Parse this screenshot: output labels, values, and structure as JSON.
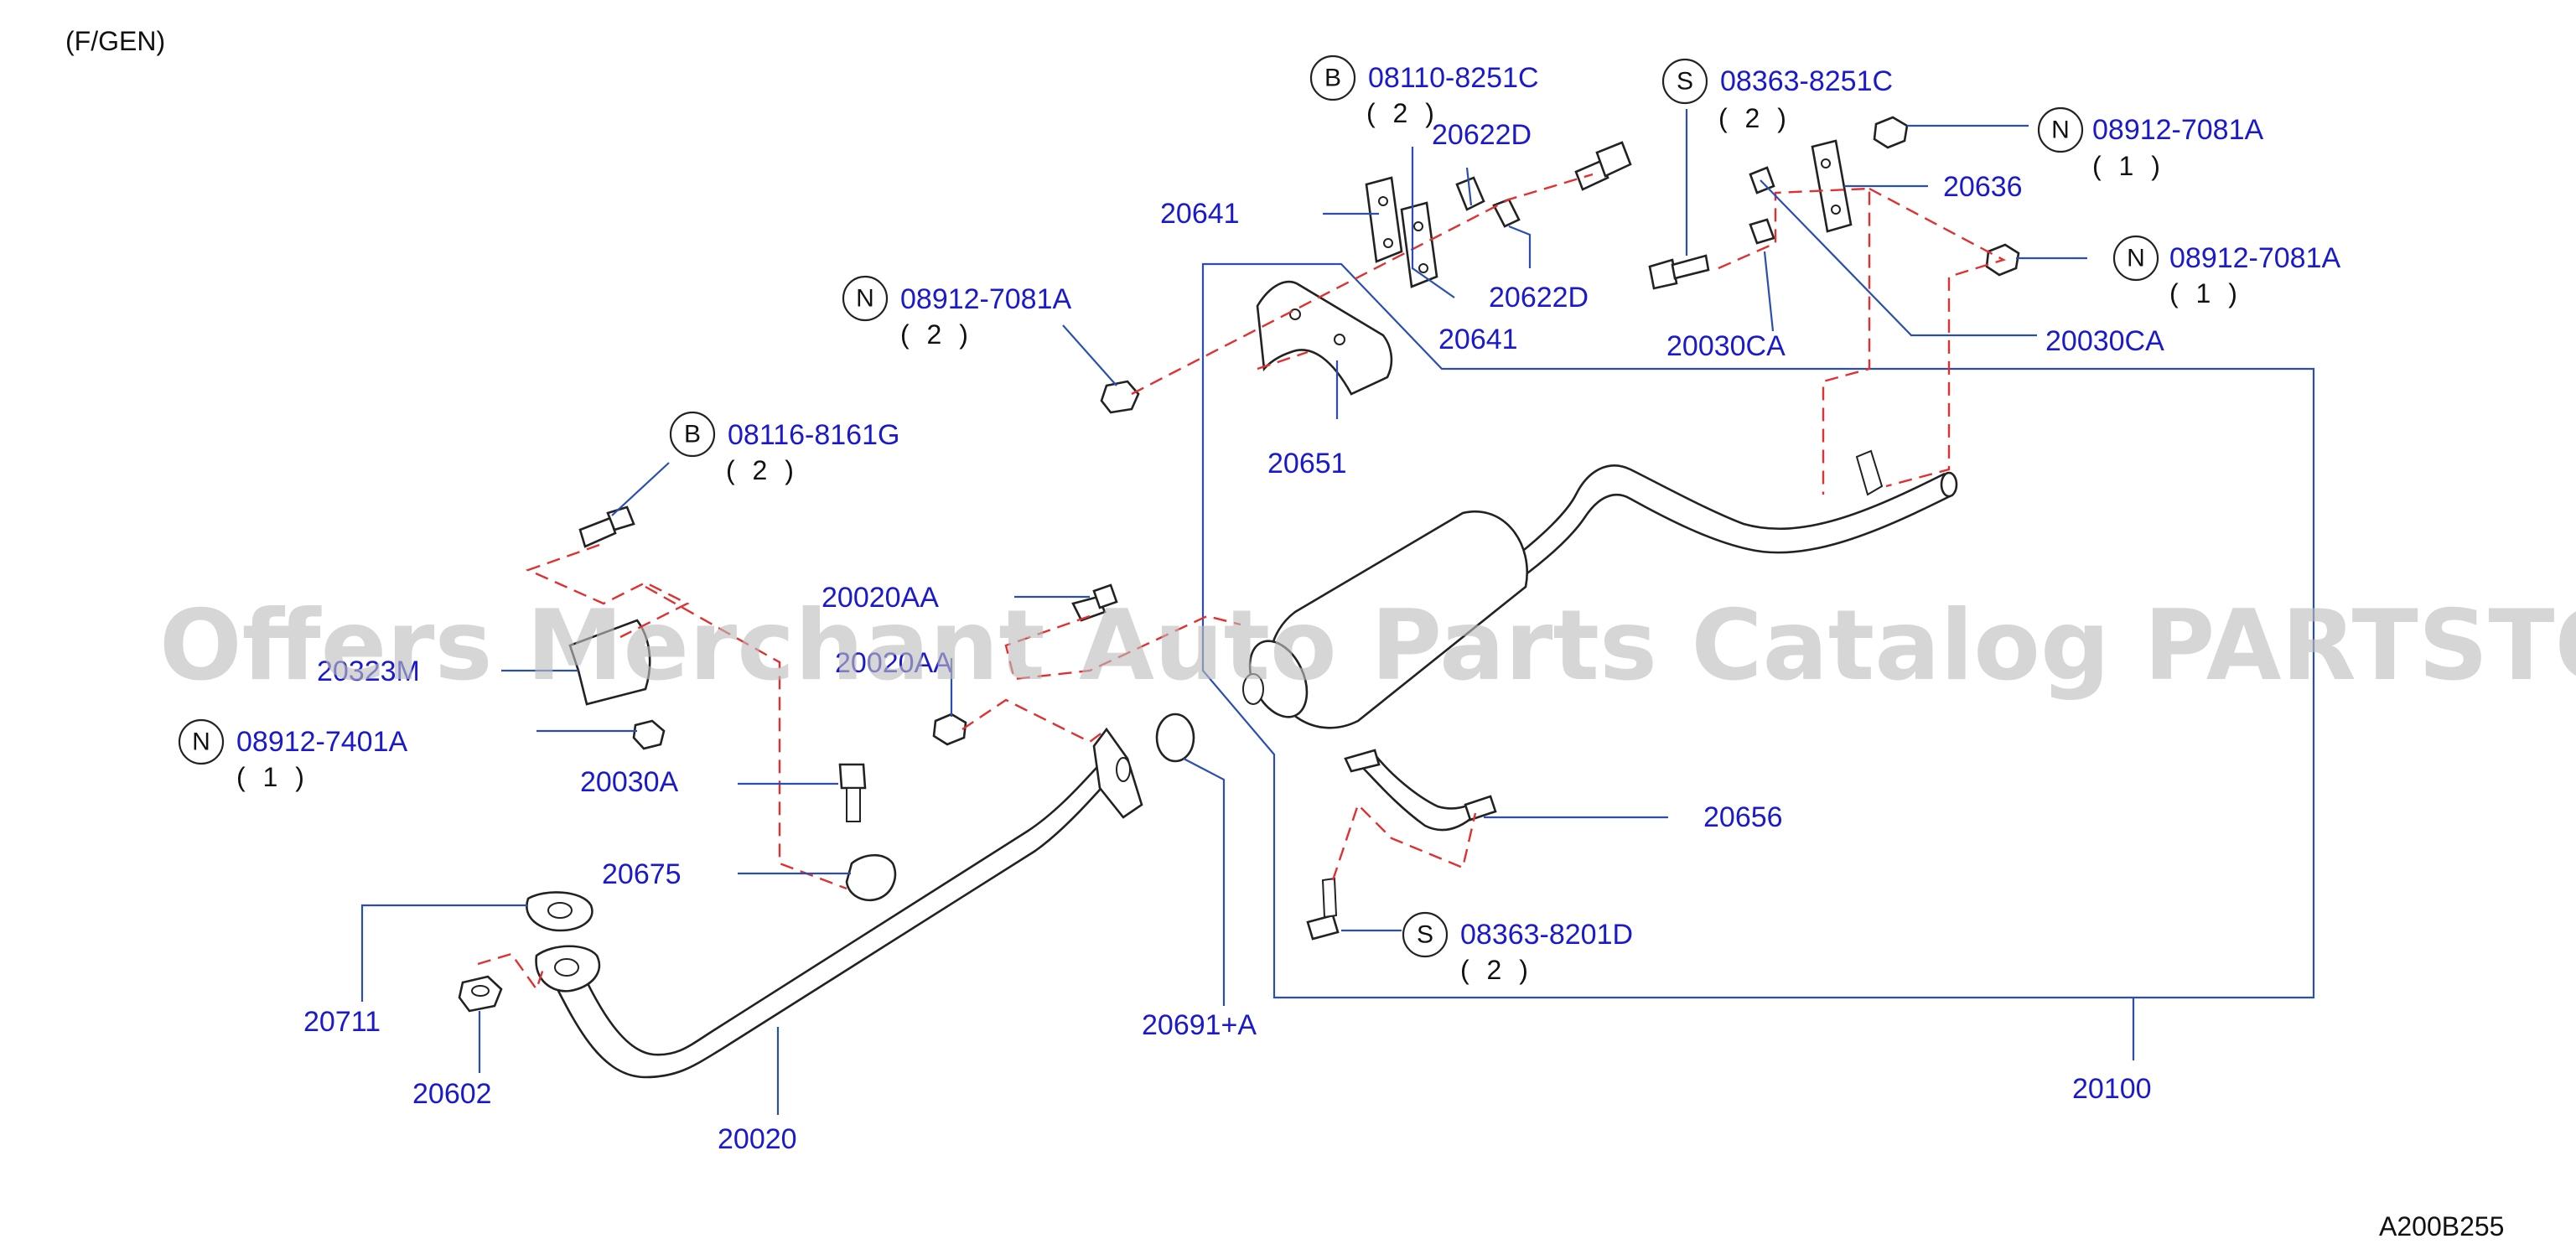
{
  "header": {
    "section_code": "(F/GEN)"
  },
  "footer": {
    "diagram_code": "A200B255"
  },
  "watermark": "Offers Merchant Auto Parts Catalog PARTSTORE.SA",
  "colors": {
    "label": "#1a1acc",
    "leader": "#2a4fb0",
    "dashed_guide": "#e03030",
    "watermark": "#bdbdbd"
  },
  "callouts": [
    {
      "badge": "B",
      "part_no": "08110-8251C",
      "qty": "( 2 )"
    },
    {
      "badge": "S",
      "part_no": "08363-8251C",
      "qty": "( 2 )"
    },
    {
      "badge": "N",
      "part_no": "08912-7081A",
      "qty": "( 1 )"
    },
    {
      "badge": "N",
      "part_no": "08912-7081A",
      "qty": "( 1 )"
    },
    {
      "badge": "N",
      "part_no": "08912-7081A",
      "qty": "( 2 )"
    },
    {
      "badge": "B",
      "part_no": "08116-8161G",
      "qty": "( 2 )"
    },
    {
      "badge": "N",
      "part_no": "08912-7401A",
      "qty": "( 1 )"
    },
    {
      "badge": "S",
      "part_no": "08363-8201D",
      "qty": "( 2 )"
    }
  ],
  "part_labels": [
    "20622D",
    "20641",
    "20622D",
    "20641",
    "20651",
    "20636",
    "20030CA",
    "20030CA",
    "20020AA",
    "20020AA",
    "20323M",
    "20030A",
    "20675",
    "20711",
    "20602",
    "20020",
    "20691+A",
    "20656",
    "20100"
  ]
}
